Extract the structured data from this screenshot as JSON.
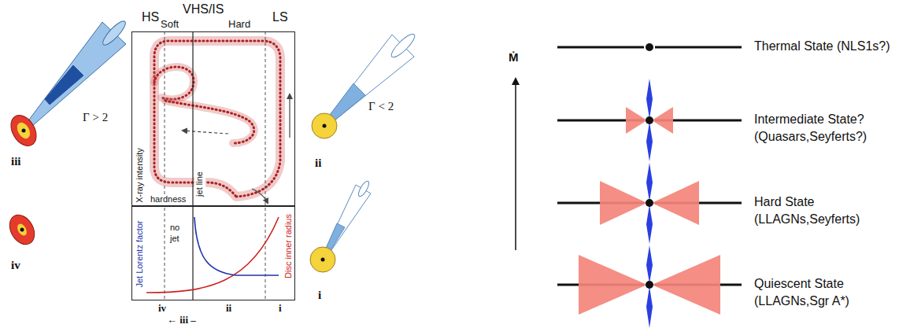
{
  "diagram": {
    "nodes": [
      {
        "text": [
          "X-ray intensity",
          "hardness",
          "jet line"
        ]
      },
      {
        "text": [
          "Jet Lorentz factor",
          "no jet",
          "Disc inner radius"
        ]
      }
    ],
    "labels": [
      "HS",
      "VHS/IS",
      "Soft",
      "Hard",
      "LS",
      "Γ > 2",
      "iii",
      "iv",
      "Γ < 2",
      "ii",
      "i",
      "iv",
      "ii",
      "i",
      "← iii –",
      "Ṁ",
      "Thermal State (NLS1s?)",
      "Intermediate State? (Quasars,Seyferts?)",
      "Hard State (LLAGNs,Seyferts)",
      "Quiescent State (LLAGNs,Sgr A*)"
    ]
  }
}
